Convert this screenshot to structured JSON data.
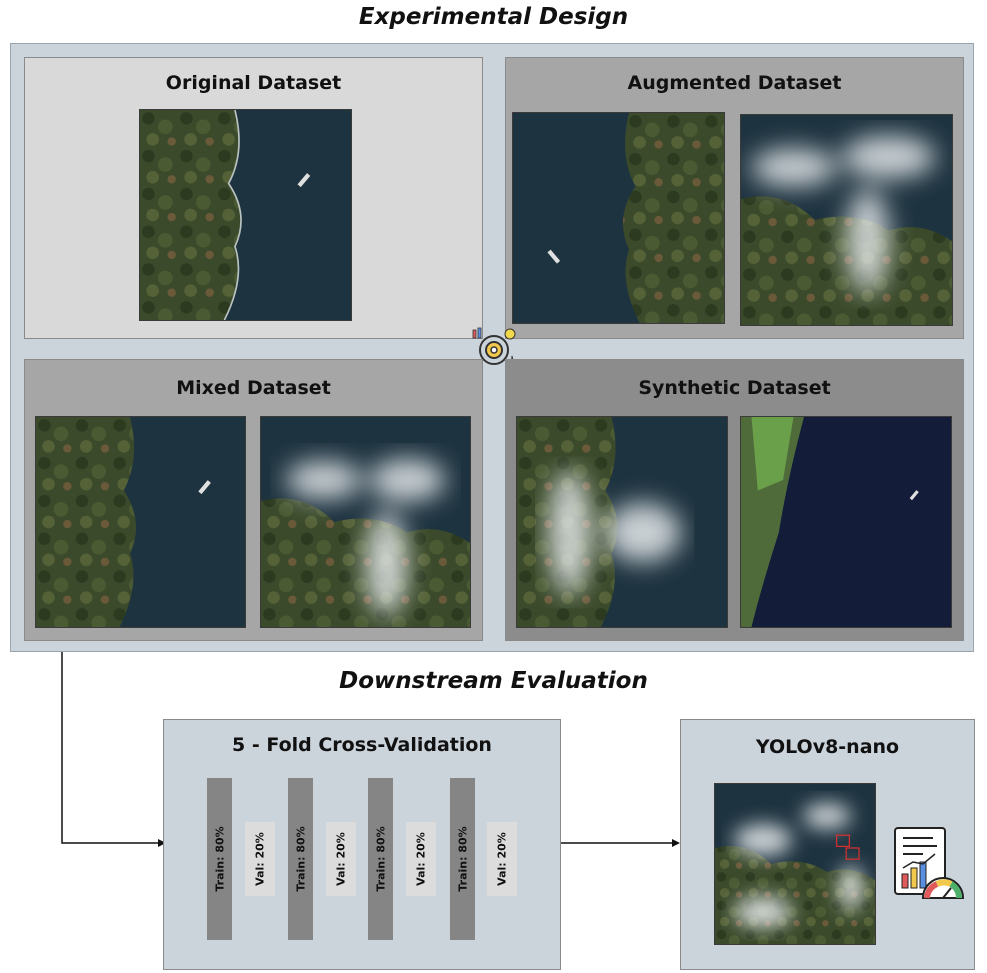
{
  "top_title": "Experimental Design",
  "bottom_title": "Downstream Evaluation",
  "datasets": {
    "original": "Original Dataset",
    "augmented": "Augmented Dataset",
    "mixed": "Mixed Dataset",
    "synthetic": "Synthetic Dataset"
  },
  "cv": {
    "title": "5 - Fold Cross-Validation",
    "train_label": "Train: 80%",
    "val_label": "Val: 20%"
  },
  "model": {
    "title": "YOLOv8-nano"
  },
  "icons": [
    "settings-gear-icon",
    "report-gauge-icon"
  ],
  "colors": {
    "outer_panel": "#cbd3db",
    "light_box": "#d9d9d9",
    "dark_box": "#a6a6a6",
    "train_bar": "#858585",
    "val_bar": "#dcdcdc"
  }
}
